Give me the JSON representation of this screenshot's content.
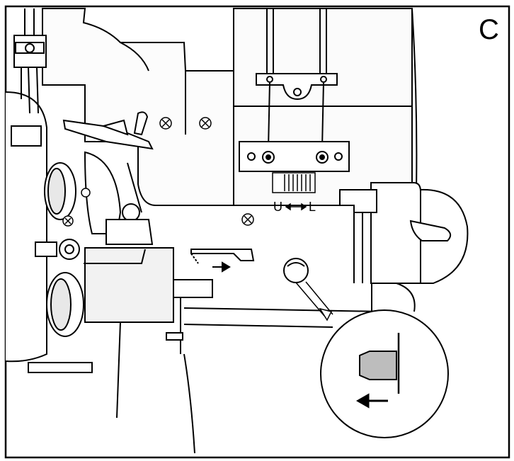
{
  "panel_letter": "C",
  "adjuster_label_up": "U",
  "adjuster_label_low": "L",
  "colors": {
    "line": "#000000",
    "paper": "#ffffff",
    "shade": "#e8e8e8",
    "part_fill": "#bdbdbd"
  },
  "icons": {
    "direction_arrow": "arrow-right",
    "zoom_arrow": "arrow-left",
    "screw": "cross-screw"
  }
}
